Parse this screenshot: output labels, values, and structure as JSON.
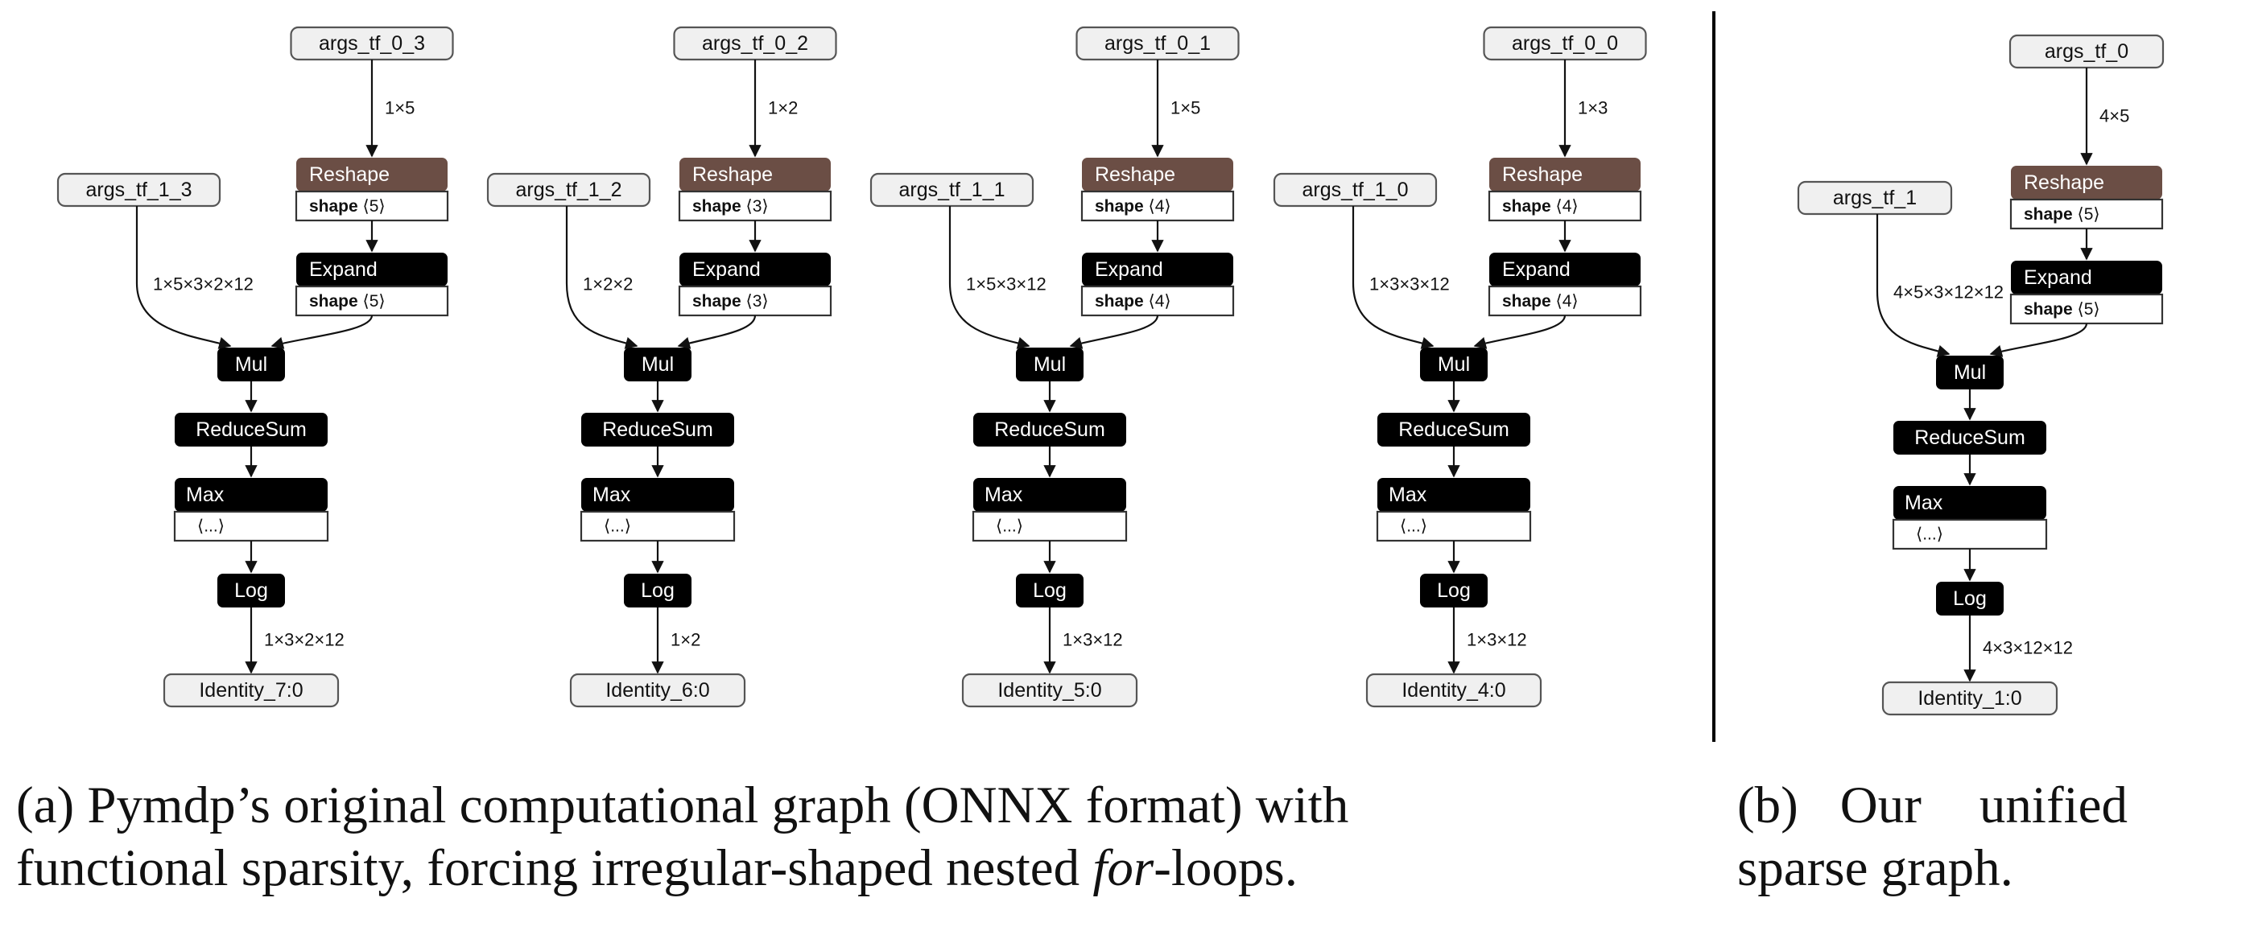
{
  "graphs": [
    {
      "input_expand": "args_tf_0_3",
      "edge_in": "1×5",
      "shape_reshape": "⟨5⟩",
      "input_mul": "args_tf_1_3",
      "edge_mul": "1×5×3×2×12",
      "shape_expand": "⟨5⟩",
      "output": "Identity_7:0",
      "edge_out": "1×3×2×12"
    },
    {
      "input_expand": "args_tf_0_2",
      "edge_in": "1×2",
      "shape_reshape": "⟨3⟩",
      "input_mul": "args_tf_1_2",
      "edge_mul": "1×2×2",
      "shape_expand": "⟨3⟩",
      "output": "Identity_6:0",
      "edge_out": "1×2"
    },
    {
      "input_expand": "args_tf_0_1",
      "edge_in": "1×5",
      "shape_reshape": "⟨4⟩",
      "input_mul": "args_tf_1_1",
      "edge_mul": "1×5×3×12",
      "shape_expand": "⟨4⟩",
      "output": "Identity_5:0",
      "edge_out": "1×3×12"
    },
    {
      "input_expand": "args_tf_0_0",
      "edge_in": "1×3",
      "shape_reshape": "⟨4⟩",
      "input_mul": "args_tf_1_0",
      "edge_mul": "1×3×3×12",
      "shape_expand": "⟨4⟩",
      "output": "Identity_4:0",
      "edge_out": "1×3×12"
    },
    {
      "input_expand": "args_tf_0",
      "edge_in": "4×5",
      "shape_reshape": "⟨5⟩",
      "input_mul": "args_tf_1",
      "edge_mul": "4×5×3×12×12",
      "shape_expand": "⟨5⟩",
      "output": "Identity_1:0",
      "edge_out": "4×3×12×12"
    }
  ],
  "ops": {
    "reshape": "Reshape",
    "expand": "Expand",
    "mul": "Mul",
    "reducesum": "ReduceSum",
    "max": "Max",
    "log": "Log",
    "shape_attr": "shape",
    "max_attr": "⟨...⟩"
  },
  "colors": {
    "reshape_header": "#6b4e45",
    "op_node": "#000000",
    "io_node": "#f0f0f0"
  },
  "captions": {
    "a_line1": "(a) Pymdp’s original computational graph (ONNX format) with",
    "a_line2_pre": "functional sparsity, forcing irregular-shaped nested ",
    "a_line2_italic": "for",
    "a_line2_post": "-loops.",
    "b_word1": "(b)",
    "b_word2": "Our",
    "b_word3": "unified",
    "b_line2": "sparse graph."
  }
}
